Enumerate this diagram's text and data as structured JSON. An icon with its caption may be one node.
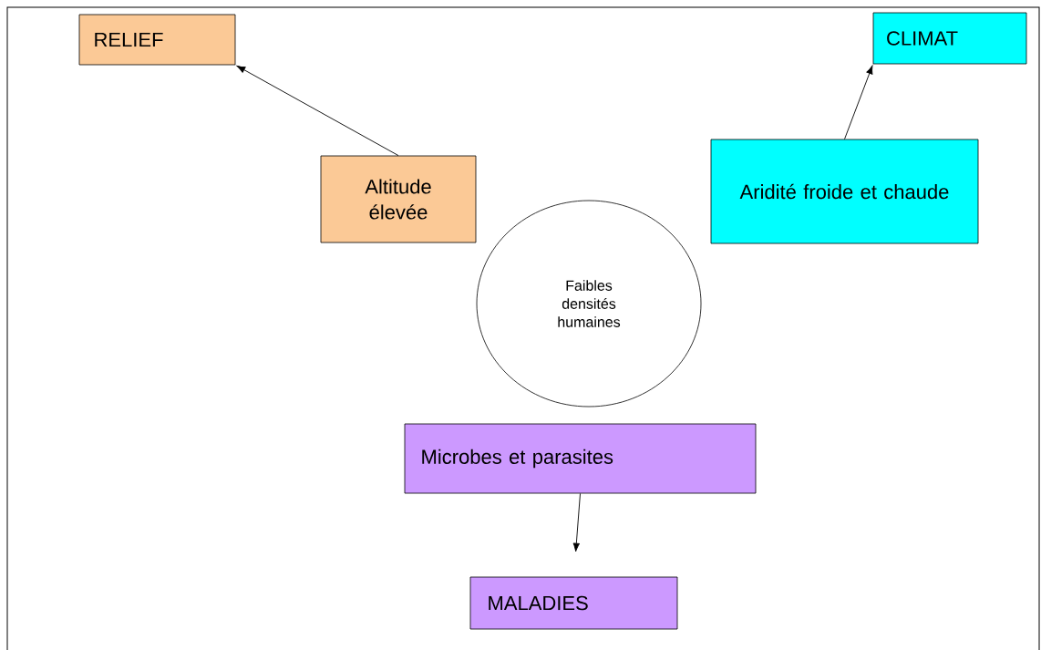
{
  "diagram": {
    "nodes": [
      {
        "text": [
          "RELIEF"
        ]
      },
      {
        "text": [
          "CLIMAT"
        ]
      },
      {
        "text": [
          "Altitude élevée"
        ]
      },
      {
        "text": [
          "Aridité froide et chaude"
        ]
      },
      {
        "text": [
          "Faibles densités humaines"
        ]
      },
      {
        "text": [
          "Microbes et parasites"
        ]
      },
      {
        "text": [
          "MALADIES"
        ]
      }
    ],
    "edges": [
      {
        "from": 2,
        "to": 0,
        "arrow": "to"
      },
      {
        "from": 3,
        "to": 1,
        "arrow": "to"
      },
      {
        "from": 5,
        "to": 6,
        "arrow": "to"
      }
    ]
  }
}
